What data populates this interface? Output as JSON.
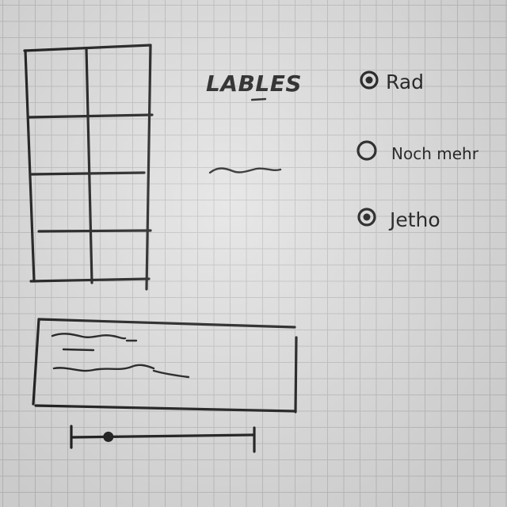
{
  "labels_heading": "LABLES",
  "radio_group": {
    "options": [
      {
        "label": "Rad",
        "selected": true
      },
      {
        "label": "Noch mehr",
        "selected": false
      },
      {
        "label": "Jetho",
        "selected": true
      }
    ]
  },
  "slider": {
    "value": 0.2
  },
  "colors": {
    "ink": "#1c1c1c",
    "paper": "#e2e2e2",
    "grid": "#c4c4c4"
  }
}
